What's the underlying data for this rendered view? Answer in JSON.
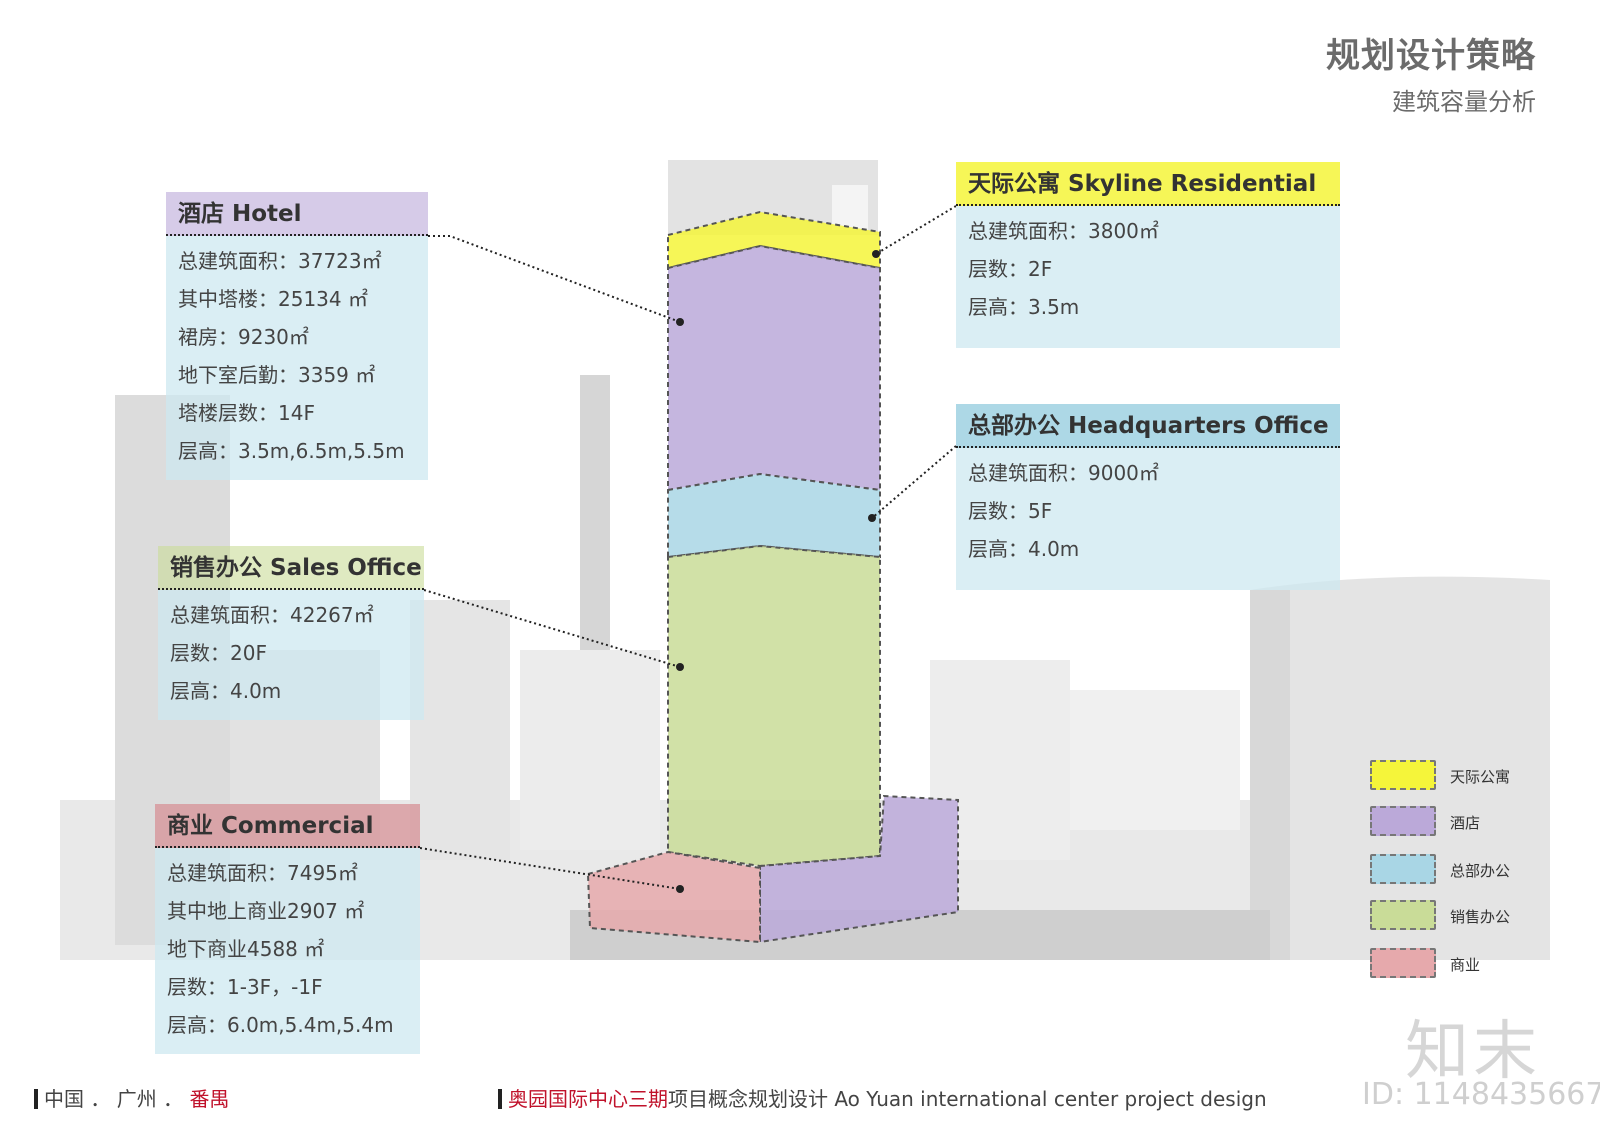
{
  "header": {
    "title": "规划设计策略",
    "subtitle": "建筑容量分析"
  },
  "colors": {
    "skyline": "#f5f53a",
    "hotel": "#bba9d9",
    "hq": "#a9d6e5",
    "sales": "#c9dc98",
    "commercial": "#e6a9ac"
  },
  "cards": {
    "hotel": {
      "title": "酒店 Hotel",
      "rows": [
        "总建筑面积：37723㎡",
        "其中塔楼：25134 ㎡",
        "裙房：9230㎡",
        "地下室后勤：3359 ㎡",
        "塔楼层数：14F",
        "层高：3.5m,6.5m,5.5m"
      ]
    },
    "sales": {
      "title": "销售办公 Sales Office",
      "rows": [
        "总建筑面积：42267㎡",
        "层数：20F",
        "层高：4.0m"
      ]
    },
    "commercial": {
      "title": "商业 Commercial",
      "rows": [
        "总建筑面积：7495㎡",
        "其中地上商业2907 ㎡",
        "地下商业4588 ㎡",
        "层数：1-3F，-1F",
        "层高：6.0m,5.4m,5.4m"
      ]
    },
    "skyline": {
      "title": "天际公寓 Skyline Residential",
      "rows": [
        "总建筑面积：3800㎡",
        "层数：2F",
        "层高：3.5m"
      ]
    },
    "hq": {
      "title": "总部办公 Headquarters Office",
      "rows": [
        "总建筑面积：9000㎡",
        "层数：5F",
        "层高：4.0m"
      ]
    }
  },
  "legend": [
    {
      "label": "天际公寓",
      "color": "#f5f53a"
    },
    {
      "label": "酒店",
      "color": "#bba9d9"
    },
    {
      "label": "总部办公",
      "color": "#a9d6e5"
    },
    {
      "label": "销售办公",
      "color": "#c9dc98"
    },
    {
      "label": "商业",
      "color": "#e6a9ac"
    }
  ],
  "footer": {
    "location_a": "中国",
    "sep1": "．",
    "location_b": "广州",
    "sep2": "．",
    "location_c": "番禺",
    "project_red": "奥园国际中心三期",
    "project_rest": "项目概念规划设计 Ao Yuan international center project design"
  },
  "watermark": {
    "logo": "知末",
    "id": "ID: 1148435667"
  }
}
